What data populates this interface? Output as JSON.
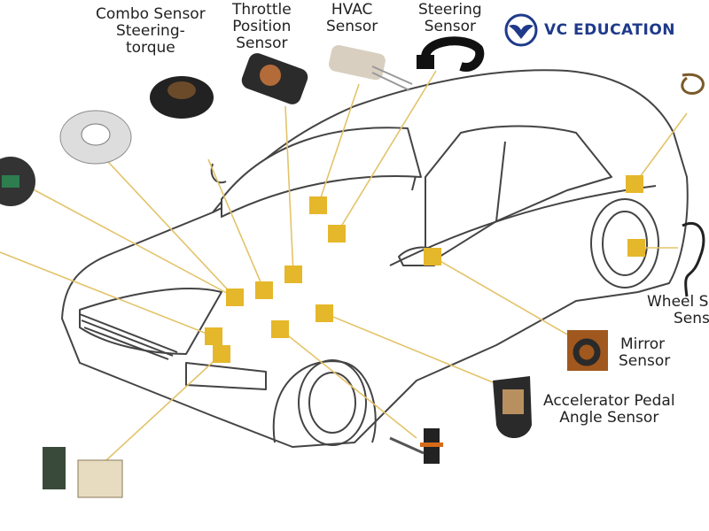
{
  "logo": {
    "text": "VC EDUCATION",
    "color": "#1f3a8a"
  },
  "accent_color": "#e5b72a",
  "line_color": "#e3c36a",
  "labels": {
    "combo": [
      "Combo Sensor",
      "Steering-",
      "torque"
    ],
    "throttle": [
      "Throttle",
      "Position",
      "Sensor"
    ],
    "hvac": [
      "HVAC",
      "Sensor"
    ],
    "steering": [
      "Steering",
      "Sensor"
    ],
    "wheel": [
      "Wheel S",
      "Sens"
    ],
    "mirror": [
      "Mirror",
      "Sensor"
    ],
    "accelerator": [
      "Accelerator Pedal",
      "Angle Sensor"
    ]
  }
}
